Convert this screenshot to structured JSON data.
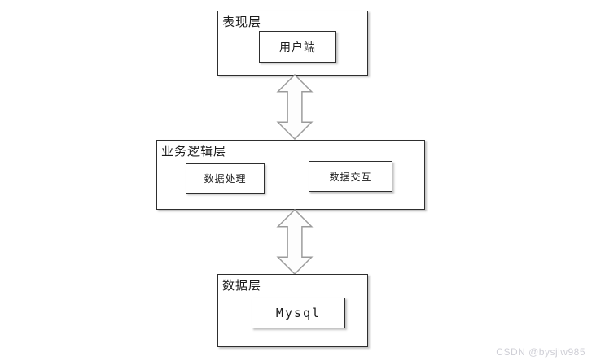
{
  "diagram": {
    "layers": [
      {
        "label": "表现层",
        "children": [
          {
            "label": "用户端"
          }
        ]
      },
      {
        "label": "业务逻辑层",
        "children": [
          {
            "label": "数据处理"
          },
          {
            "label": "数据交互"
          }
        ]
      },
      {
        "label": "数据层",
        "children": [
          {
            "label": "Mysql"
          }
        ]
      }
    ],
    "connectors": [
      {
        "type": "double-arrow",
        "from": "表现层",
        "to": "业务逻辑层"
      },
      {
        "type": "double-arrow",
        "from": "业务逻辑层",
        "to": "数据层"
      }
    ]
  },
  "watermark": {
    "text": "CSDN @bysjlw985"
  },
  "colors": {
    "background": "#ffffff",
    "box_border": "#2e2e2e",
    "box_fill": "#ffffff",
    "arrow_stroke": "#9b9b9b",
    "arrow_fill": "#fdfdfd",
    "watermark": "#cfcfd6",
    "text": "#1c1c1c"
  }
}
